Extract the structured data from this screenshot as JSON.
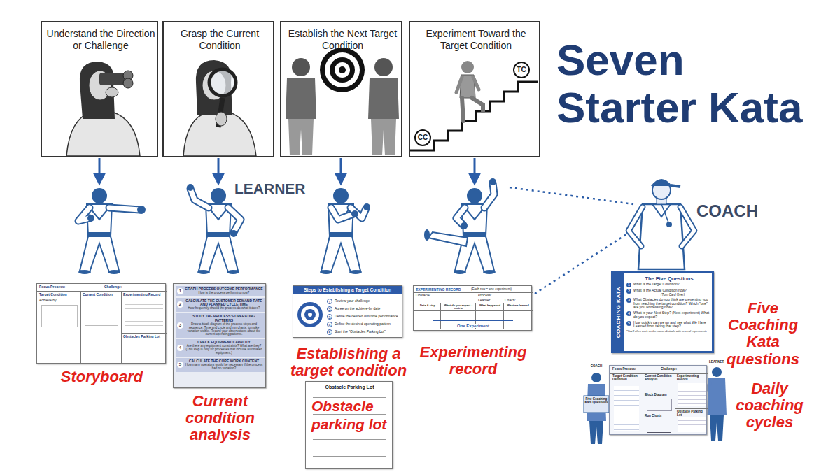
{
  "diagram": {
    "title": "Seven Starter Kata",
    "nodes": [
      {
        "text": [
          "Understand the Direction or Challenge"
        ]
      },
      {
        "text": [
          "Grasp the Current Condition"
        ]
      },
      {
        "text": [
          "Establish the Next Target Condition"
        ]
      },
      {
        "text": [
          "Experiment Toward the Target Condition"
        ]
      },
      {
        "text": [
          "Focus Process:",
          "Challenge:",
          "Target Condition",
          "Achieve by:",
          "Current Condition",
          "Experimenting Record",
          "Obstacles Parking Lot",
          "Storyboard"
        ]
      },
      {
        "text": [
          "1",
          "GRAPH PROCESS OUTCOME PERFORMANCE",
          "How is the process performing now?",
          "2",
          "CALCULATE THE CUSTOMER DEMAND RATE AND PLANNED CYCLE TIME",
          "How frequently should the process do what it does?",
          "3",
          "STUDY THE PROCESS'S OPERATING PATTERNS",
          "Draw a block diagram of the process steps and sequence. Time and cycle and run charts, to make variation visible. Record your observations about the current operating patterns.",
          "4",
          "CHECK EQUIPMENT CAPACITY",
          "Are there any equipment constraints? What are they? (This step is only for processes that include automated equipment.)",
          "5",
          "CALCULATE THE CORE WORK CONTENT",
          "How many operators would be necessary if the process had no variation?",
          "Current condition analysis"
        ]
      },
      {
        "text": [
          "Steps to Establishing a Target Condition",
          "1",
          "Review your challenge",
          "2",
          "Agree on the achieve-by date",
          "3",
          "Define the desired outcome performance",
          "4",
          "Define the desired operating pattern",
          "5",
          "Start the \"Obstacles Parking Lot\"",
          "Establishing a target condition"
        ]
      },
      {
        "text": [
          "Obstacle Parking Lot",
          "Obstacle parking lot"
        ]
      },
      {
        "text": [
          "EXPERIMENTING RECORD",
          "(Each row = one experiment)",
          "Obstacle:",
          "Process:",
          "Learner:",
          "Coach:",
          "Date & step",
          "What do you expect + metric",
          "What happened",
          "What we learned",
          "One Experiment",
          "Experimenting record"
        ]
      },
      {
        "text": [
          "The Five Questions",
          "COACHING KATA",
          "1",
          "What is the Target Condition?",
          "2",
          "What is the Actual Condition now?",
          "(Turn Card Over)",
          "3",
          "What Obstacles do you think are preventing you from reaching the target condition? Which \"one\" are you addressing now?",
          "4",
          "What is your Next Step? (Next experiment) What do you expect?",
          "5",
          "How quickly can we go and see what We Have Learned from taking that step?",
          "*You'll often work on the same obstacle with several experiments",
          "Five Coaching Kata questions"
        ]
      },
      {
        "text": [
          "Focus Process:",
          "Challenge:",
          "Target Condition Definition",
          "Current Condition Analysis",
          "Experimenting Record",
          "Block Diagram",
          "Obstacle Parking Lot",
          "Run Charts",
          "Daily coaching cycles"
        ]
      }
    ],
    "labels": [
      "LEARNER",
      "COACH",
      "CC",
      "TC",
      "COACH",
      "LEARNER",
      "Five Coaching Kata Questions"
    ]
  }
}
